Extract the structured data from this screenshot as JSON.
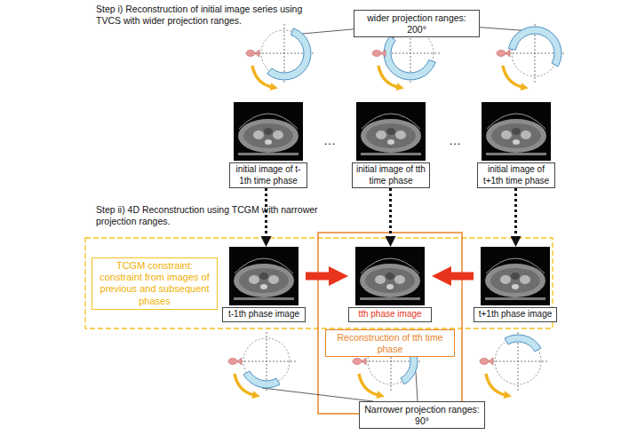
{
  "diagram": {
    "nodes": [
      {
        "text": [
          "wider projection ranges: 200°"
        ]
      },
      {
        "text": [
          "initial image of t-1th time phase"
        ]
      },
      {
        "text": [
          "initial image of tth time phase"
        ]
      },
      {
        "text": [
          "initial image of t+1th time phase"
        ]
      },
      {
        "text": [
          "TCGM constraint: constraint from images of previous and subsequent phases"
        ]
      },
      {
        "text": [
          "t-1th phase image"
        ]
      },
      {
        "text": [
          "tth phase image"
        ]
      },
      {
        "text": [
          "t+1th phase image"
        ]
      },
      {
        "text": [
          "Reconstruction of tth time phase"
        ]
      },
      {
        "text": [
          "Narrower projection ranges: 90°"
        ]
      }
    ],
    "edges": [
      {
        "from": 1,
        "to": 5,
        "arrow": "to"
      },
      {
        "from": 2,
        "to": 6,
        "arrow": "to"
      },
      {
        "from": 3,
        "to": 7,
        "arrow": "to"
      },
      {
        "from": 5,
        "to": 6,
        "arrow": "to"
      },
      {
        "from": 7,
        "to": 6,
        "arrow": "to"
      }
    ],
    "labels": [
      "Step i) Reconstruction of initial image series using TVCS with wider projection ranges.",
      "…",
      "…",
      "Step ii) 4D Reconstruction using TCGM with narrower projection ranges."
    ]
  }
}
